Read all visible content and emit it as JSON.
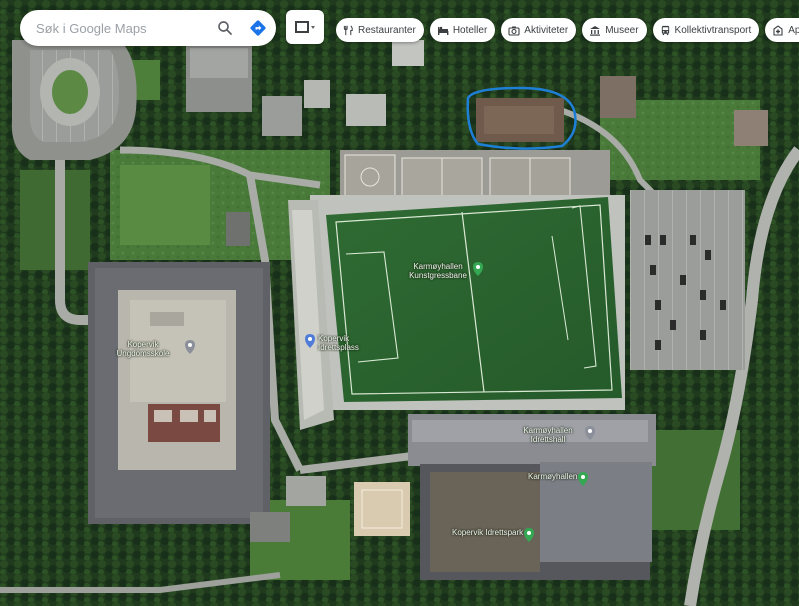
{
  "search": {
    "placeholder": "Søk i Google Maps"
  },
  "chips": [
    {
      "label": "Restauranter",
      "icon": "fork-knife-icon"
    },
    {
      "label": "Hoteller",
      "icon": "bed-icon"
    },
    {
      "label": "Aktiviteter",
      "icon": "camera-icon"
    },
    {
      "label": "Museer",
      "icon": "museum-icon"
    },
    {
      "label": "Kollektivtransport",
      "icon": "bus-icon"
    },
    {
      "label": "Apo",
      "icon": "pharmacy-icon"
    }
  ],
  "places": {
    "karmoyhallen": "Karmøyhallen Kunstgressbane",
    "pitch_west": "Kopervik Idrettsplass",
    "school": "Kopervik Ungdomsskole",
    "hall_east": "Karmøyhallen Idrettshall",
    "hall_small": "Karmøyhallen",
    "south_block": "Kopervik Idrettspark"
  },
  "colors": {
    "accent": "#1a73e8",
    "pin_green": "#34a853",
    "highlight_outline": "#1e7fd6"
  }
}
